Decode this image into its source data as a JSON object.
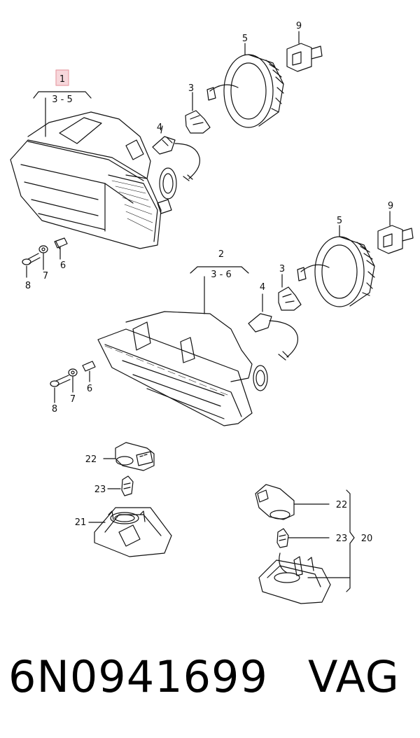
{
  "callouts": {
    "c1": "1",
    "r1": "3 - 5",
    "c2": "2",
    "r2": "3 - 6",
    "c3a": "3",
    "c4a": "4",
    "c5a": "5",
    "c9a": "9",
    "c6a": "6",
    "c7a": "7",
    "c8a": "8",
    "c3b": "3",
    "c4b": "4",
    "c5b": "5",
    "c9b": "9",
    "c6b": "6",
    "c7b": "7",
    "c8b": "8",
    "c22a": "22",
    "c23a": "23",
    "c21": "21",
    "c22b": "22",
    "c23b": "23",
    "c20": "20"
  },
  "highlight_color": "#e8a0a8",
  "footer": {
    "part_number": "6N0941699",
    "brand": "VAG"
  }
}
